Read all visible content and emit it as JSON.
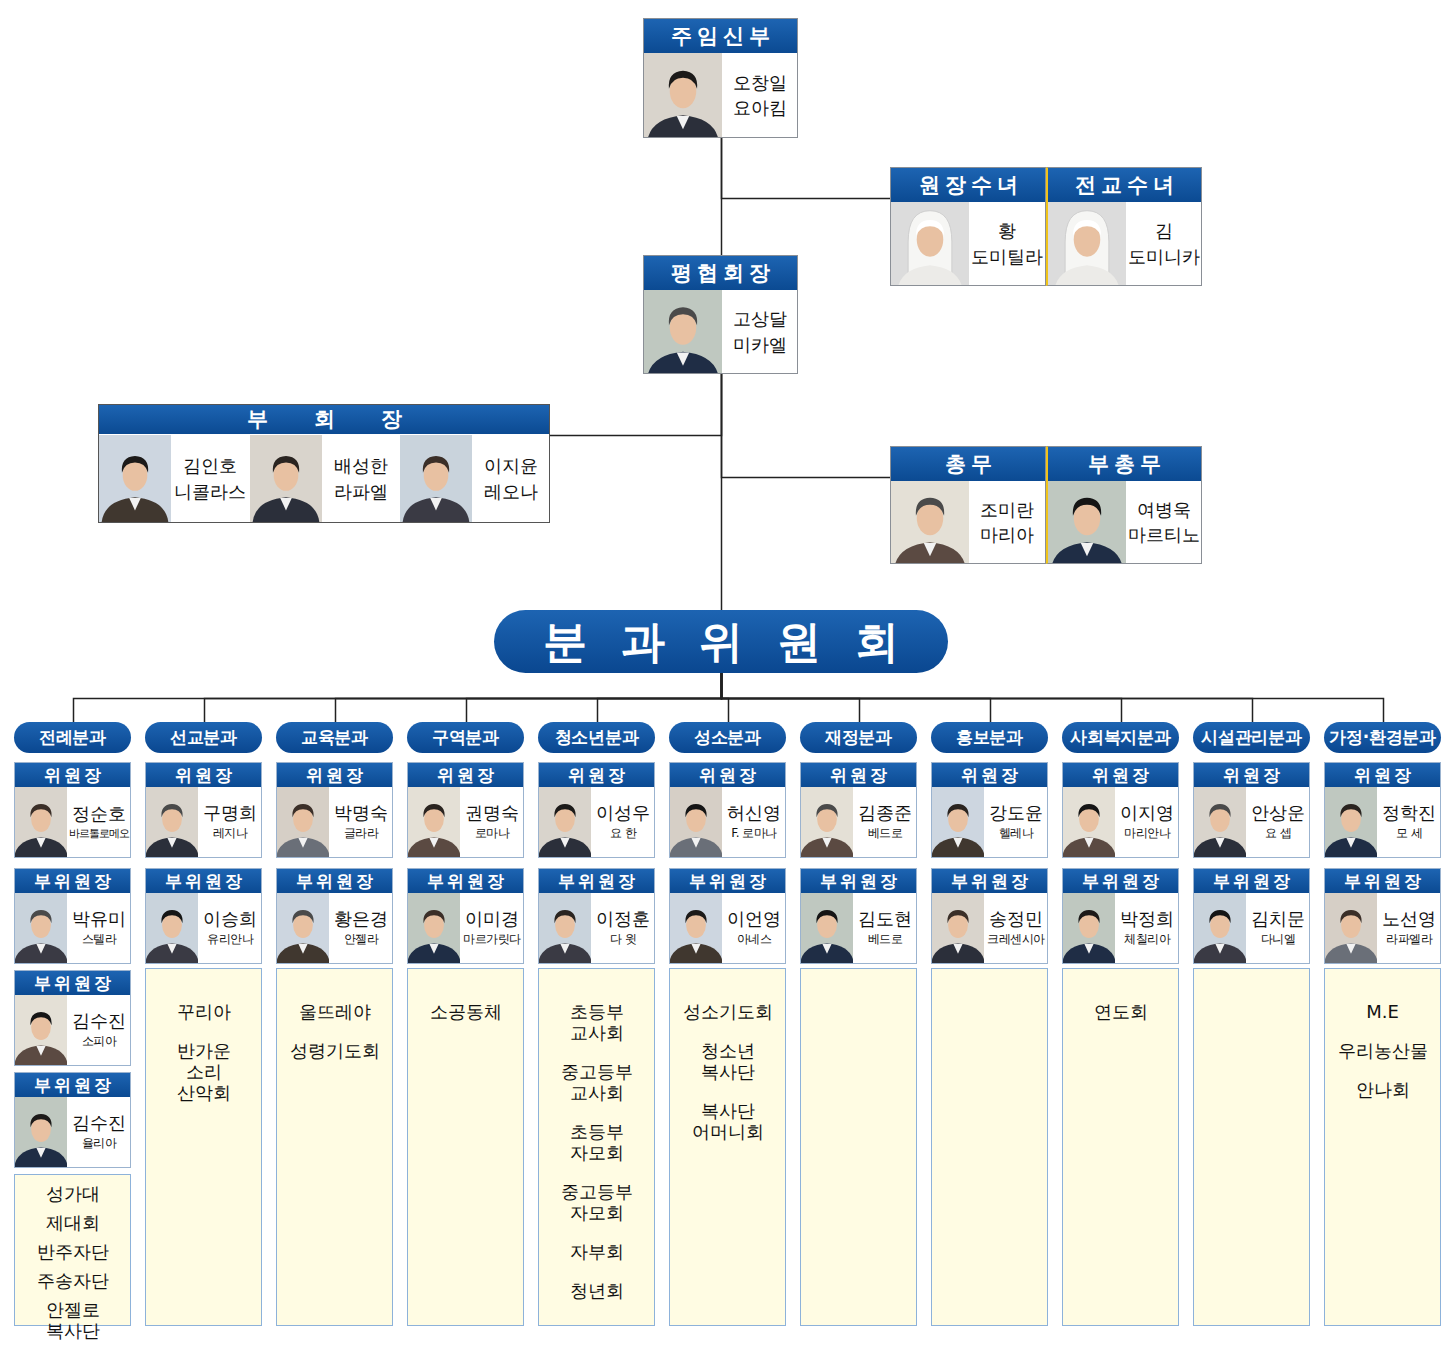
{
  "diagram": {
    "nodes": [
      {
        "text": [
          "주임신부",
          "오창일 요아킴"
        ]
      },
      {
        "text": [
          "원장수녀",
          "황 도미틸라"
        ]
      },
      {
        "text": [
          "전교수녀",
          "김 도미니카"
        ]
      },
      {
        "text": [
          "평협회장",
          "고상달 미카엘"
        ]
      },
      {
        "text": [
          "부회장"
        ]
      },
      {
        "text": [
          "김인호 니콜라스"
        ],
        "in": 4
      },
      {
        "text": [
          "배성한 라파엘"
        ],
        "in": 4
      },
      {
        "text": [
          "이지윤 레오나"
        ],
        "in": 4
      },
      {
        "text": [
          "총무",
          "조미란 마리아"
        ]
      },
      {
        "text": [
          "부총무",
          "여병욱 마르티노"
        ]
      },
      {
        "text": [
          "분과위원회"
        ]
      },
      {
        "text": [
          "전례분과"
        ]
      },
      {
        "text": [
          "위원장",
          "정순호",
          "바르톨로메오"
        ]
      },
      {
        "text": [
          "부위원장",
          "박유미",
          "스텔라"
        ]
      },
      {
        "text": [
          "부위원장",
          "김수진",
          "소피아"
        ]
      },
      {
        "text": [
          "부위원장",
          "김수진",
          "율리아"
        ]
      },
      {
        "text": [
          "성가대",
          "제대회",
          "반주자단",
          "주송자단",
          "안젤로 복사단"
        ]
      },
      {
        "text": [
          "선교분과"
        ]
      },
      {
        "text": [
          "위원장",
          "구명희",
          "레지나"
        ]
      },
      {
        "text": [
          "부위원장",
          "이승희",
          "유리안나"
        ]
      },
      {
        "text": [
          "꾸리아",
          "반가운 소리 산악회"
        ]
      },
      {
        "text": [
          "교육분과"
        ]
      },
      {
        "text": [
          "위원장",
          "박명숙",
          "글라라"
        ]
      },
      {
        "text": [
          "부위원장",
          "황은경",
          "안젤라"
        ]
      },
      {
        "text": [
          "울뜨레야",
          "성령기도회"
        ]
      },
      {
        "text": [
          "구역분과"
        ]
      },
      {
        "text": [
          "위원장",
          "권명숙",
          "로마나"
        ]
      },
      {
        "text": [
          "부위원장",
          "이미경",
          "마르가릿다"
        ]
      },
      {
        "text": [
          "소공동체"
        ]
      },
      {
        "text": [
          "청소년분과"
        ]
      },
      {
        "text": [
          "위원장",
          "이성우",
          "요 한"
        ]
      },
      {
        "text": [
          "부위원장",
          "이정훈",
          "다 윗"
        ]
      },
      {
        "text": [
          "초등부 교사회",
          "중고등부 교사회",
          "초등부 자모회",
          "중고등부 자모회",
          "자부회",
          "청년회"
        ]
      },
      {
        "text": [
          "성소분과"
        ]
      },
      {
        "text": [
          "위원장",
          "허신영",
          "F. 로마나"
        ]
      },
      {
        "text": [
          "부위원장",
          "이언영",
          "아네스"
        ]
      },
      {
        "text": [
          "성소기도회",
          "청소년 복사단",
          "복사단 어머니회"
        ]
      },
      {
        "text": [
          "재정분과"
        ]
      },
      {
        "text": [
          "위원장",
          "김종준",
          "베드로"
        ]
      },
      {
        "text": [
          "부위원장",
          "김도현",
          "베드로"
        ]
      },
      {
        "text": [
          "홍보분과"
        ]
      },
      {
        "text": [
          "위원장",
          "강도윤",
          "헬레나"
        ]
      },
      {
        "text": [
          "부위원장",
          "송정민",
          "크레센시아"
        ]
      },
      {
        "text": [
          "사회복지분과"
        ]
      },
      {
        "text": [
          "위원장",
          "이지영",
          "마리안나"
        ]
      },
      {
        "text": [
          "부위원장",
          "박정희",
          "체칠리아"
        ]
      },
      {
        "text": [
          "연도회"
        ]
      },
      {
        "text": [
          "시설관리분과"
        ]
      },
      {
        "text": [
          "위원장",
          "안상운",
          "요 셉"
        ]
      },
      {
        "text": [
          "부위원장",
          "김치문",
          "다니엘"
        ]
      },
      {
        "text": [
          "가정·환경분과"
        ]
      },
      {
        "text": [
          "위원장",
          "정학진",
          "모 세"
        ]
      },
      {
        "text": [
          "부위원장",
          "노선영",
          "라파엘라"
        ]
      },
      {
        "text": [
          "M.E",
          "우리농산물",
          "안나회"
        ]
      }
    ],
    "edges": [
      {
        "from": 0,
        "to": 1,
        "arrow": "none"
      },
      {
        "from": 0,
        "to": 3,
        "arrow": "none"
      },
      {
        "from": 3,
        "to": 4,
        "arrow": "none"
      },
      {
        "from": 3,
        "to": 8,
        "arrow": "none"
      },
      {
        "from": 3,
        "to": 10,
        "arrow": "none"
      },
      {
        "from": 10,
        "to": 11,
        "arrow": "none"
      },
      {
        "from": 10,
        "to": 17,
        "arrow": "none"
      },
      {
        "from": 10,
        "to": 21,
        "arrow": "none"
      },
      {
        "from": 10,
        "to": 25,
        "arrow": "none"
      },
      {
        "from": 10,
        "to": 29,
        "arrow": "none"
      },
      {
        "from": 10,
        "to": 33,
        "arrow": "none"
      },
      {
        "from": 10,
        "to": 37,
        "arrow": "none"
      },
      {
        "from": 10,
        "to": 40,
        "arrow": "none"
      },
      {
        "from": 10,
        "to": 43,
        "arrow": "none"
      },
      {
        "from": 10,
        "to": 47,
        "arrow": "none"
      },
      {
        "from": 10,
        "to": 50,
        "arrow": "none"
      }
    ]
  }
}
